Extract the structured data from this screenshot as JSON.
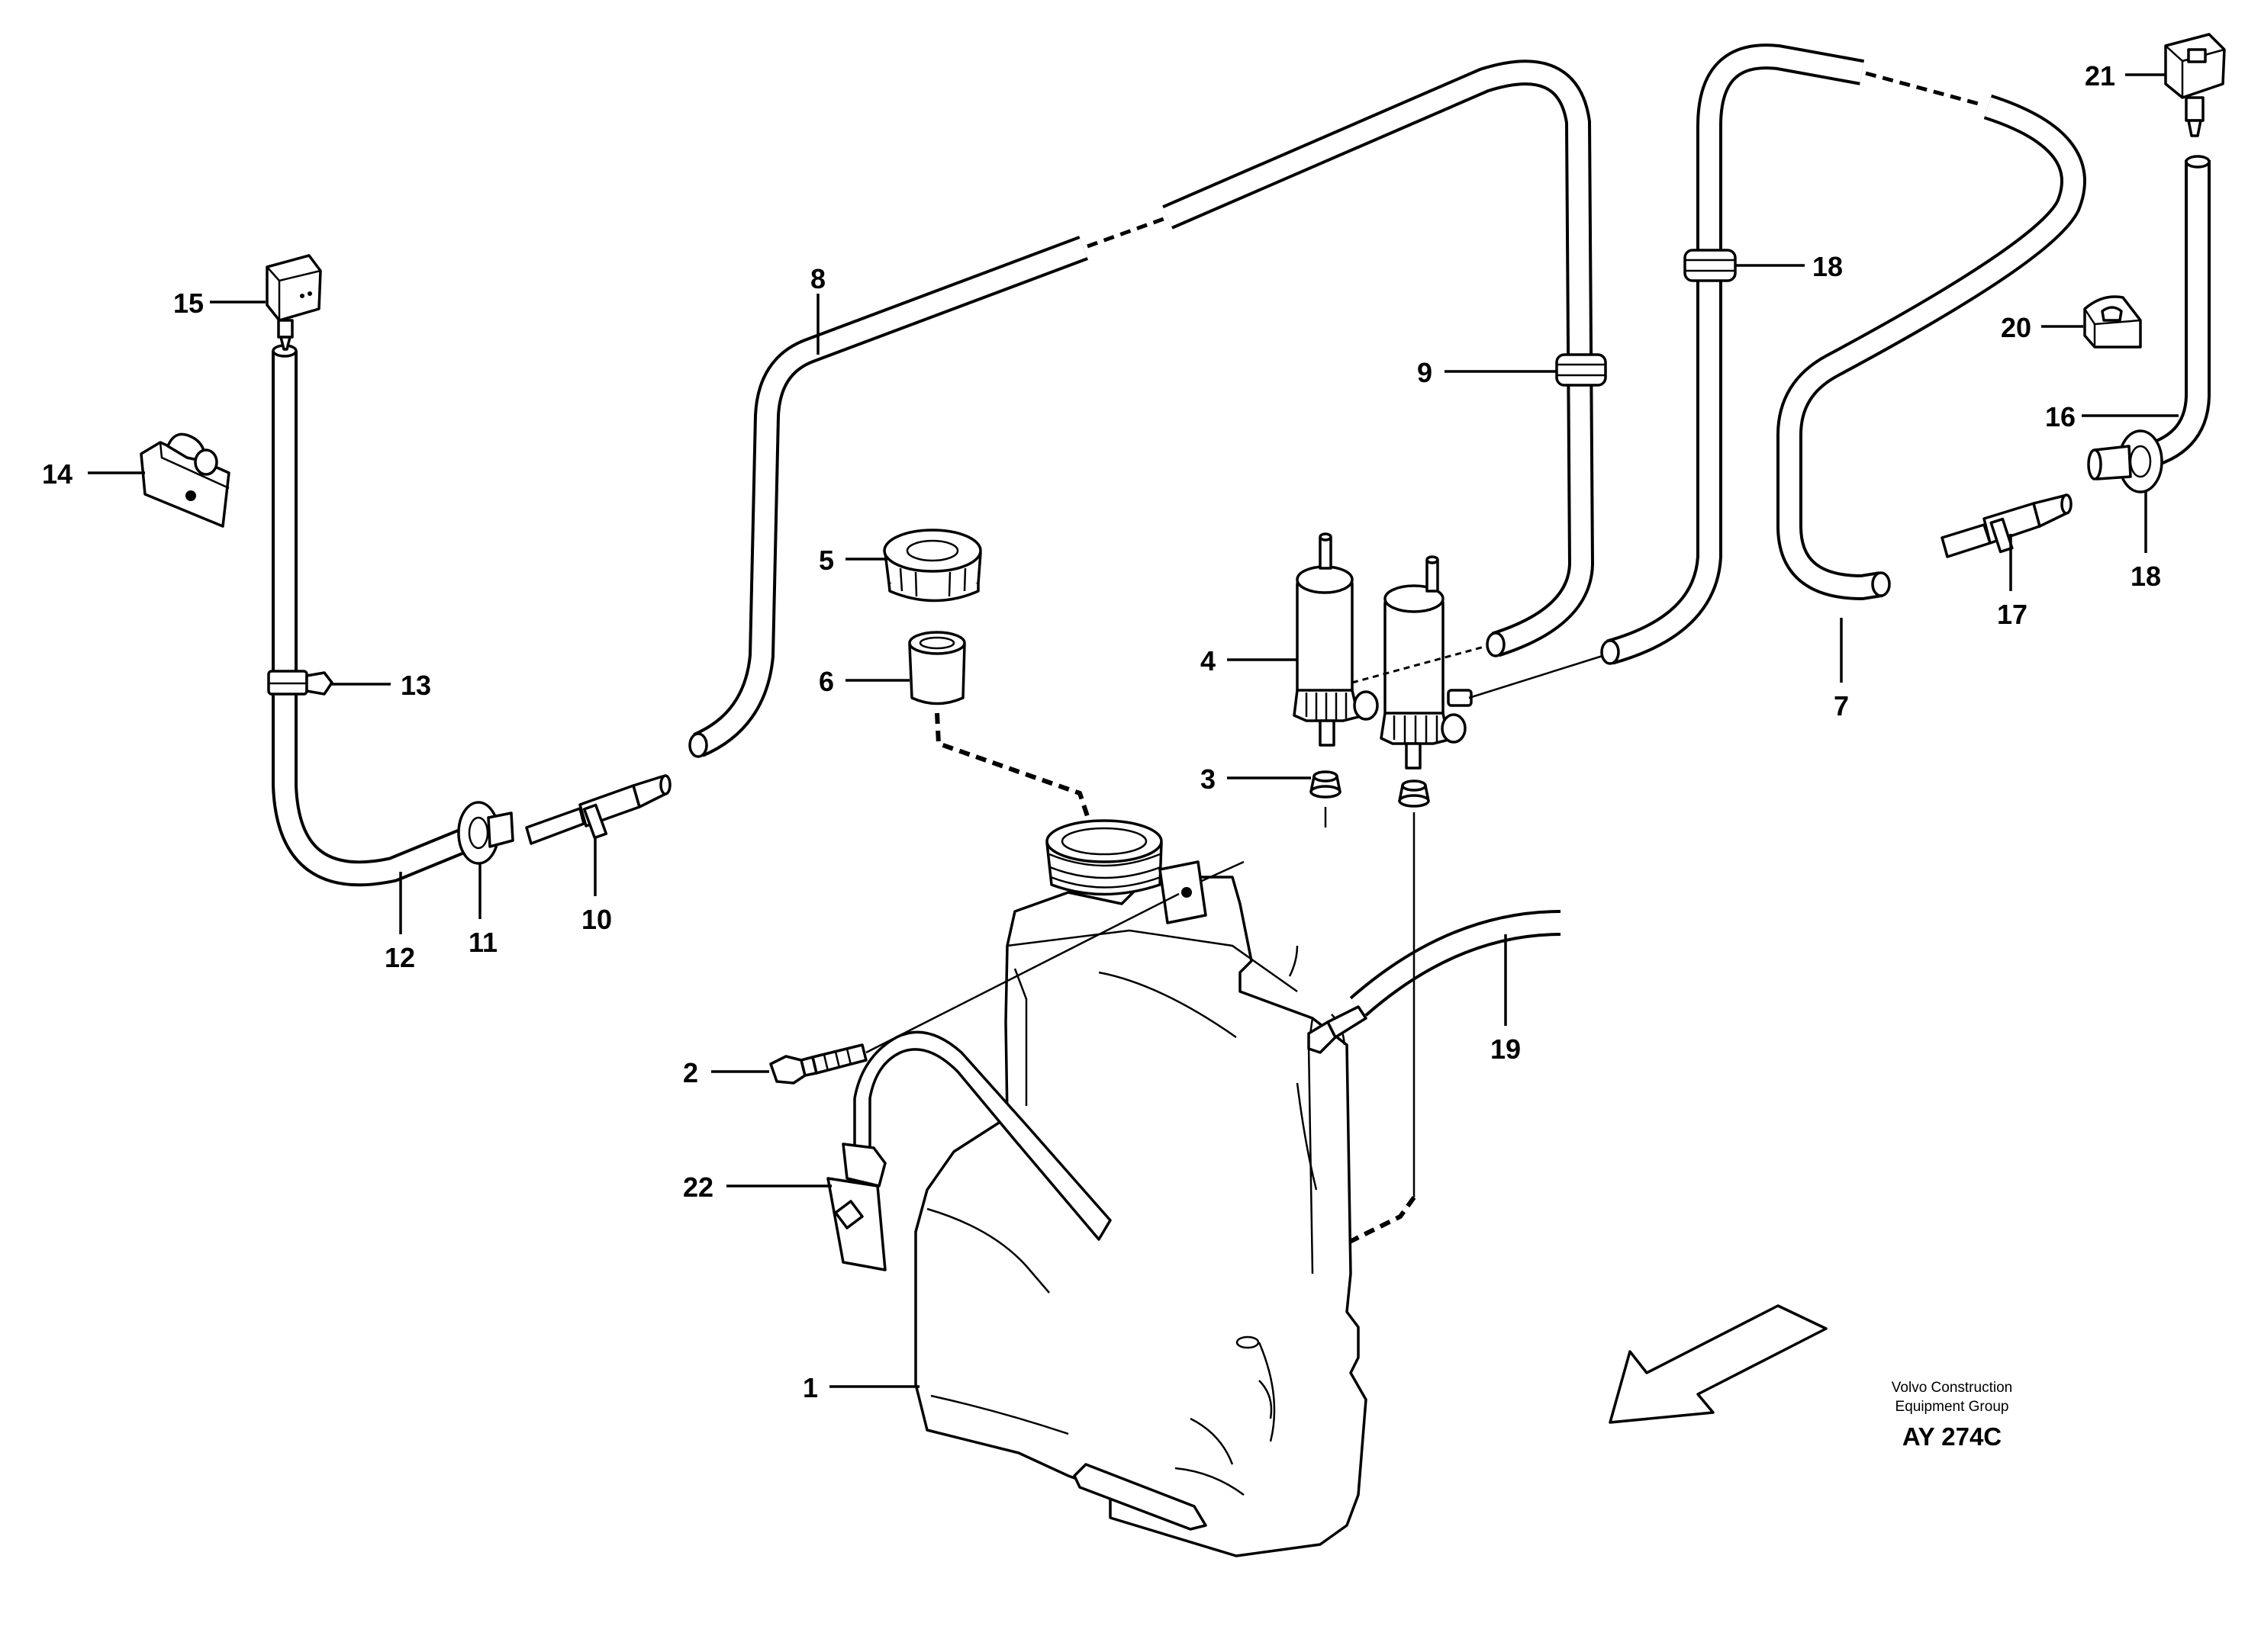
{
  "callouts": [
    "1",
    "2",
    "3",
    "4",
    "5",
    "6",
    "7",
    "8",
    "9",
    "10",
    "11",
    "12",
    "13",
    "14",
    "15",
    "16",
    "17",
    "18",
    "18",
    "19",
    "20",
    "21",
    "22"
  ],
  "credit": {
    "line1": "Volvo Construction",
    "line2": "Equipment Group",
    "code": "AY 274C"
  }
}
